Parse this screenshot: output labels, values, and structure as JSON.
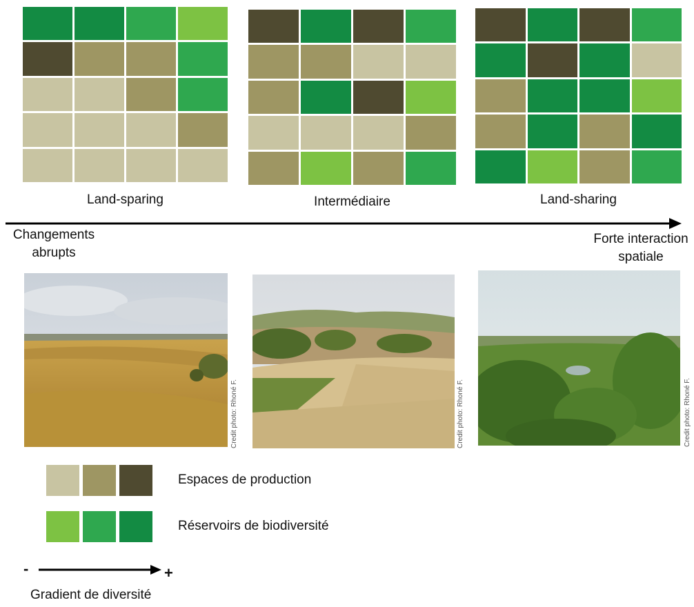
{
  "colors": {
    "production_light": "#c8c4a2",
    "production_mid": "#9e9663",
    "production_dark": "#4f4a30",
    "biodiv_light": "#7dc243",
    "biodiv_mid": "#2fa84f",
    "biodiv_dark": "#138b43"
  },
  "grids": [
    {
      "id": "land-sparing",
      "caption": "Land-sparing",
      "cells": [
        [
          "bd",
          "bd",
          "bm",
          "bl"
        ],
        [
          "pd",
          "pm",
          "pm",
          "bm"
        ],
        [
          "pl",
          "pl",
          "pm",
          "bm"
        ],
        [
          "pl",
          "pl",
          "pl",
          "pm"
        ],
        [
          "pl",
          "pl",
          "pl",
          "pl"
        ]
      ]
    },
    {
      "id": "intermediaire",
      "caption": "Intermédiaire",
      "cells": [
        [
          "pd",
          "bd",
          "pd",
          "bm"
        ],
        [
          "pm",
          "pm",
          "pl",
          "pl"
        ],
        [
          "pm",
          "bd",
          "pd",
          "bl"
        ],
        [
          "pl",
          "pl",
          "pl",
          "pm"
        ],
        [
          "pm",
          "bl",
          "pm",
          "bm"
        ]
      ]
    },
    {
      "id": "land-sharing",
      "caption": "Land-sharing",
      "cells": [
        [
          "pd",
          "bd",
          "pd",
          "bm"
        ],
        [
          "bd",
          "pd",
          "bd",
          "pl"
        ],
        [
          "pm",
          "bd",
          "bd",
          "bl"
        ],
        [
          "pm",
          "bd",
          "pm",
          "bd"
        ],
        [
          "bd",
          "bl",
          "pm",
          "bm"
        ]
      ]
    }
  ],
  "axis": {
    "left_label_line1": "Changements",
    "left_label_line2": "abrupts",
    "right_label_line1": "Forte interaction",
    "right_label_line2": "spatiale"
  },
  "photos": [
    {
      "name": "photo-land-sparing",
      "credit": "Credit photo: Rhoné F."
    },
    {
      "name": "photo-intermediaire",
      "credit": "Credit photo: Rhoné F."
    },
    {
      "name": "photo-land-sharing",
      "credit": "Credit photo: Rhoné F."
    }
  ],
  "legend": {
    "production_label": "Espaces de production",
    "biodiversity_label": "Réservoirs de biodiversité",
    "gradient_minus": "-",
    "gradient_plus": "+",
    "gradient_label": "Gradient de diversité"
  }
}
